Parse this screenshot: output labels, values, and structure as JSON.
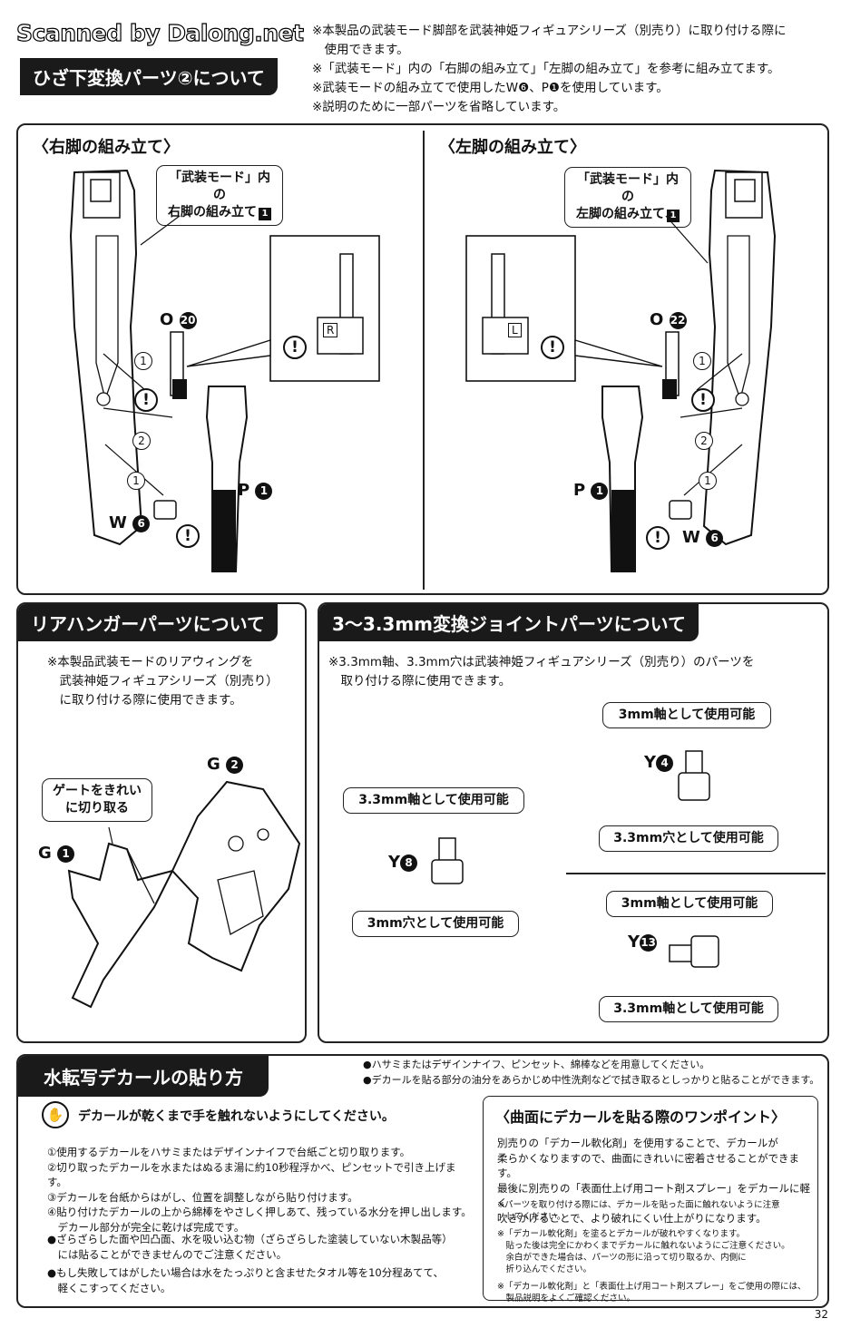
{
  "watermark": "Scanned by Dalong.net",
  "page_number": "32",
  "top": {
    "title": "ひざ下変換パーツ②について",
    "notes": [
      "※本製品の武装モード脚部を武装神姫フィギュアシリーズ（別売り）に取り付ける際に",
      "　使用できます。",
      "※「武装モード」内の「右脚の組み立て」「左脚の組み立て」を参考に組み立てます。",
      "※武装モードの組み立てで使用したW❻、P❶を使用しています。",
      "※説明のために一部パーツを省略しています。"
    ]
  },
  "right_leg": {
    "heading": "〈右脚の組み立て〉",
    "callout_line1": "「武装モード」内の",
    "callout_line2": "右脚の組み立て",
    "callout_num": "1",
    "part_o": "O",
    "part_o_num": "20",
    "part_p": "P",
    "part_p_num": "1",
    "part_w": "W",
    "part_w_num": "6",
    "mark": "R",
    "steps": [
      "1",
      "2",
      "1"
    ]
  },
  "left_leg": {
    "heading": "〈左脚の組み立て〉",
    "callout_line1": "「武装モード」内の",
    "callout_line2": "左脚の組み立て",
    "callout_num": "1",
    "part_o": "O",
    "part_o_num": "22",
    "part_p": "P",
    "part_p_num": "1",
    "part_w": "W",
    "part_w_num": "6",
    "mark": "L",
    "steps": [
      "1",
      "2",
      "1"
    ]
  },
  "rear_hanger": {
    "title": "リアハンガーパーツについて",
    "notes": [
      "※本製品武装モードのリアウィングを",
      "　武装神姫フィギュアシリーズ（別売り）",
      "　に取り付ける際に使用できます。"
    ],
    "callout_line1": "ゲートをきれい",
    "callout_line2": "に切り取る",
    "part_g1": "G",
    "part_g1_num": "1",
    "part_g2": "G",
    "part_g2_num": "2"
  },
  "joint": {
    "title": "3〜3.3mm変換ジョイントパーツについて",
    "notes": [
      "※3.3mm軸、3.3mm穴は武装神姫フィギュアシリーズ（別売り）のパーツを",
      "　取り付ける際に使用できます。"
    ],
    "y8": {
      "label": "Y",
      "num": "8",
      "top": "3.3mm軸として使用可能",
      "bottom": "3mm穴として使用可能"
    },
    "y4": {
      "label": "Y",
      "num": "4",
      "top": "3mm軸として使用可能",
      "bottom": "3.3mm穴として使用可能"
    },
    "y13": {
      "label": "Y",
      "num": "13",
      "top": "3mm軸として使用可能",
      "bottom": "3.3mm軸として使用可能"
    }
  },
  "decal": {
    "title": "水転写デカールの貼り方",
    "header_notes": [
      "●ハサミまたはデザインナイフ、ピンセット、綿棒などを用意してください。",
      "●デカールを貼る部分の油分をあらかじめ中性洗剤などで拭き取るとしっかりと貼ることができます。"
    ],
    "warning": "デカールが乾くまで手を触れないようにしてください。",
    "steps": [
      "①使用するデカールをハサミまたはデザインナイフで台紙ごと切り取ります。",
      "②切り取ったデカールを水またはぬるま湯に約10秒程浮かべ、ピンセットで引き上げます。",
      "③デカールを台紙からはがし、位置を調整しながら貼り付けます。",
      "④貼り付けたデカールの上から綿棒をやさしく押しあて、残っている水分を押し出します。",
      "　デカール部分が完全に乾けば完成です。"
    ],
    "bullets": [
      "●ざらざらした面や凹凸面、水を吸い込む物（ざらざらした塗装していない木製品等）",
      "　には貼ることができませんのでご注意ください。",
      "●もし失敗してはがしたい場合は水をたっぷりと含ませたタオル等を10分程あてて、",
      "　軽くこすってください。"
    ],
    "tip_title": "〈曲面にデカールを貼る際のワンポイント〉",
    "tip_lines": [
      "別売りの「デカール軟化剤」を使用することで、デカールが",
      "柔らかくなりますので、曲面にきれいに密着させることができます。",
      "最後に別売りの「表面仕上げ用コート剤スプレー」をデカールに軽く",
      "吹きかけることで、より破れにくい仕上がりになります。"
    ],
    "tip_notes": [
      "※パーツを取り付ける際には、デカールを貼った面に触れないように注意",
      "　してください。",
      "※「デカール軟化剤」を塗るとデカールが破れやすくなります。",
      "　貼った後は完全にかわくまでデカールに触れないようにご注意ください。",
      "　余白ができた場合は、パーツの形に沿って切り取るか、内側に",
      "　折り込んでください。",
      "※「デカール軟化剤」と「表面仕上げ用コート剤スプレー」をご使用の際には、",
      "　製品説明をよくご確認ください。"
    ]
  }
}
